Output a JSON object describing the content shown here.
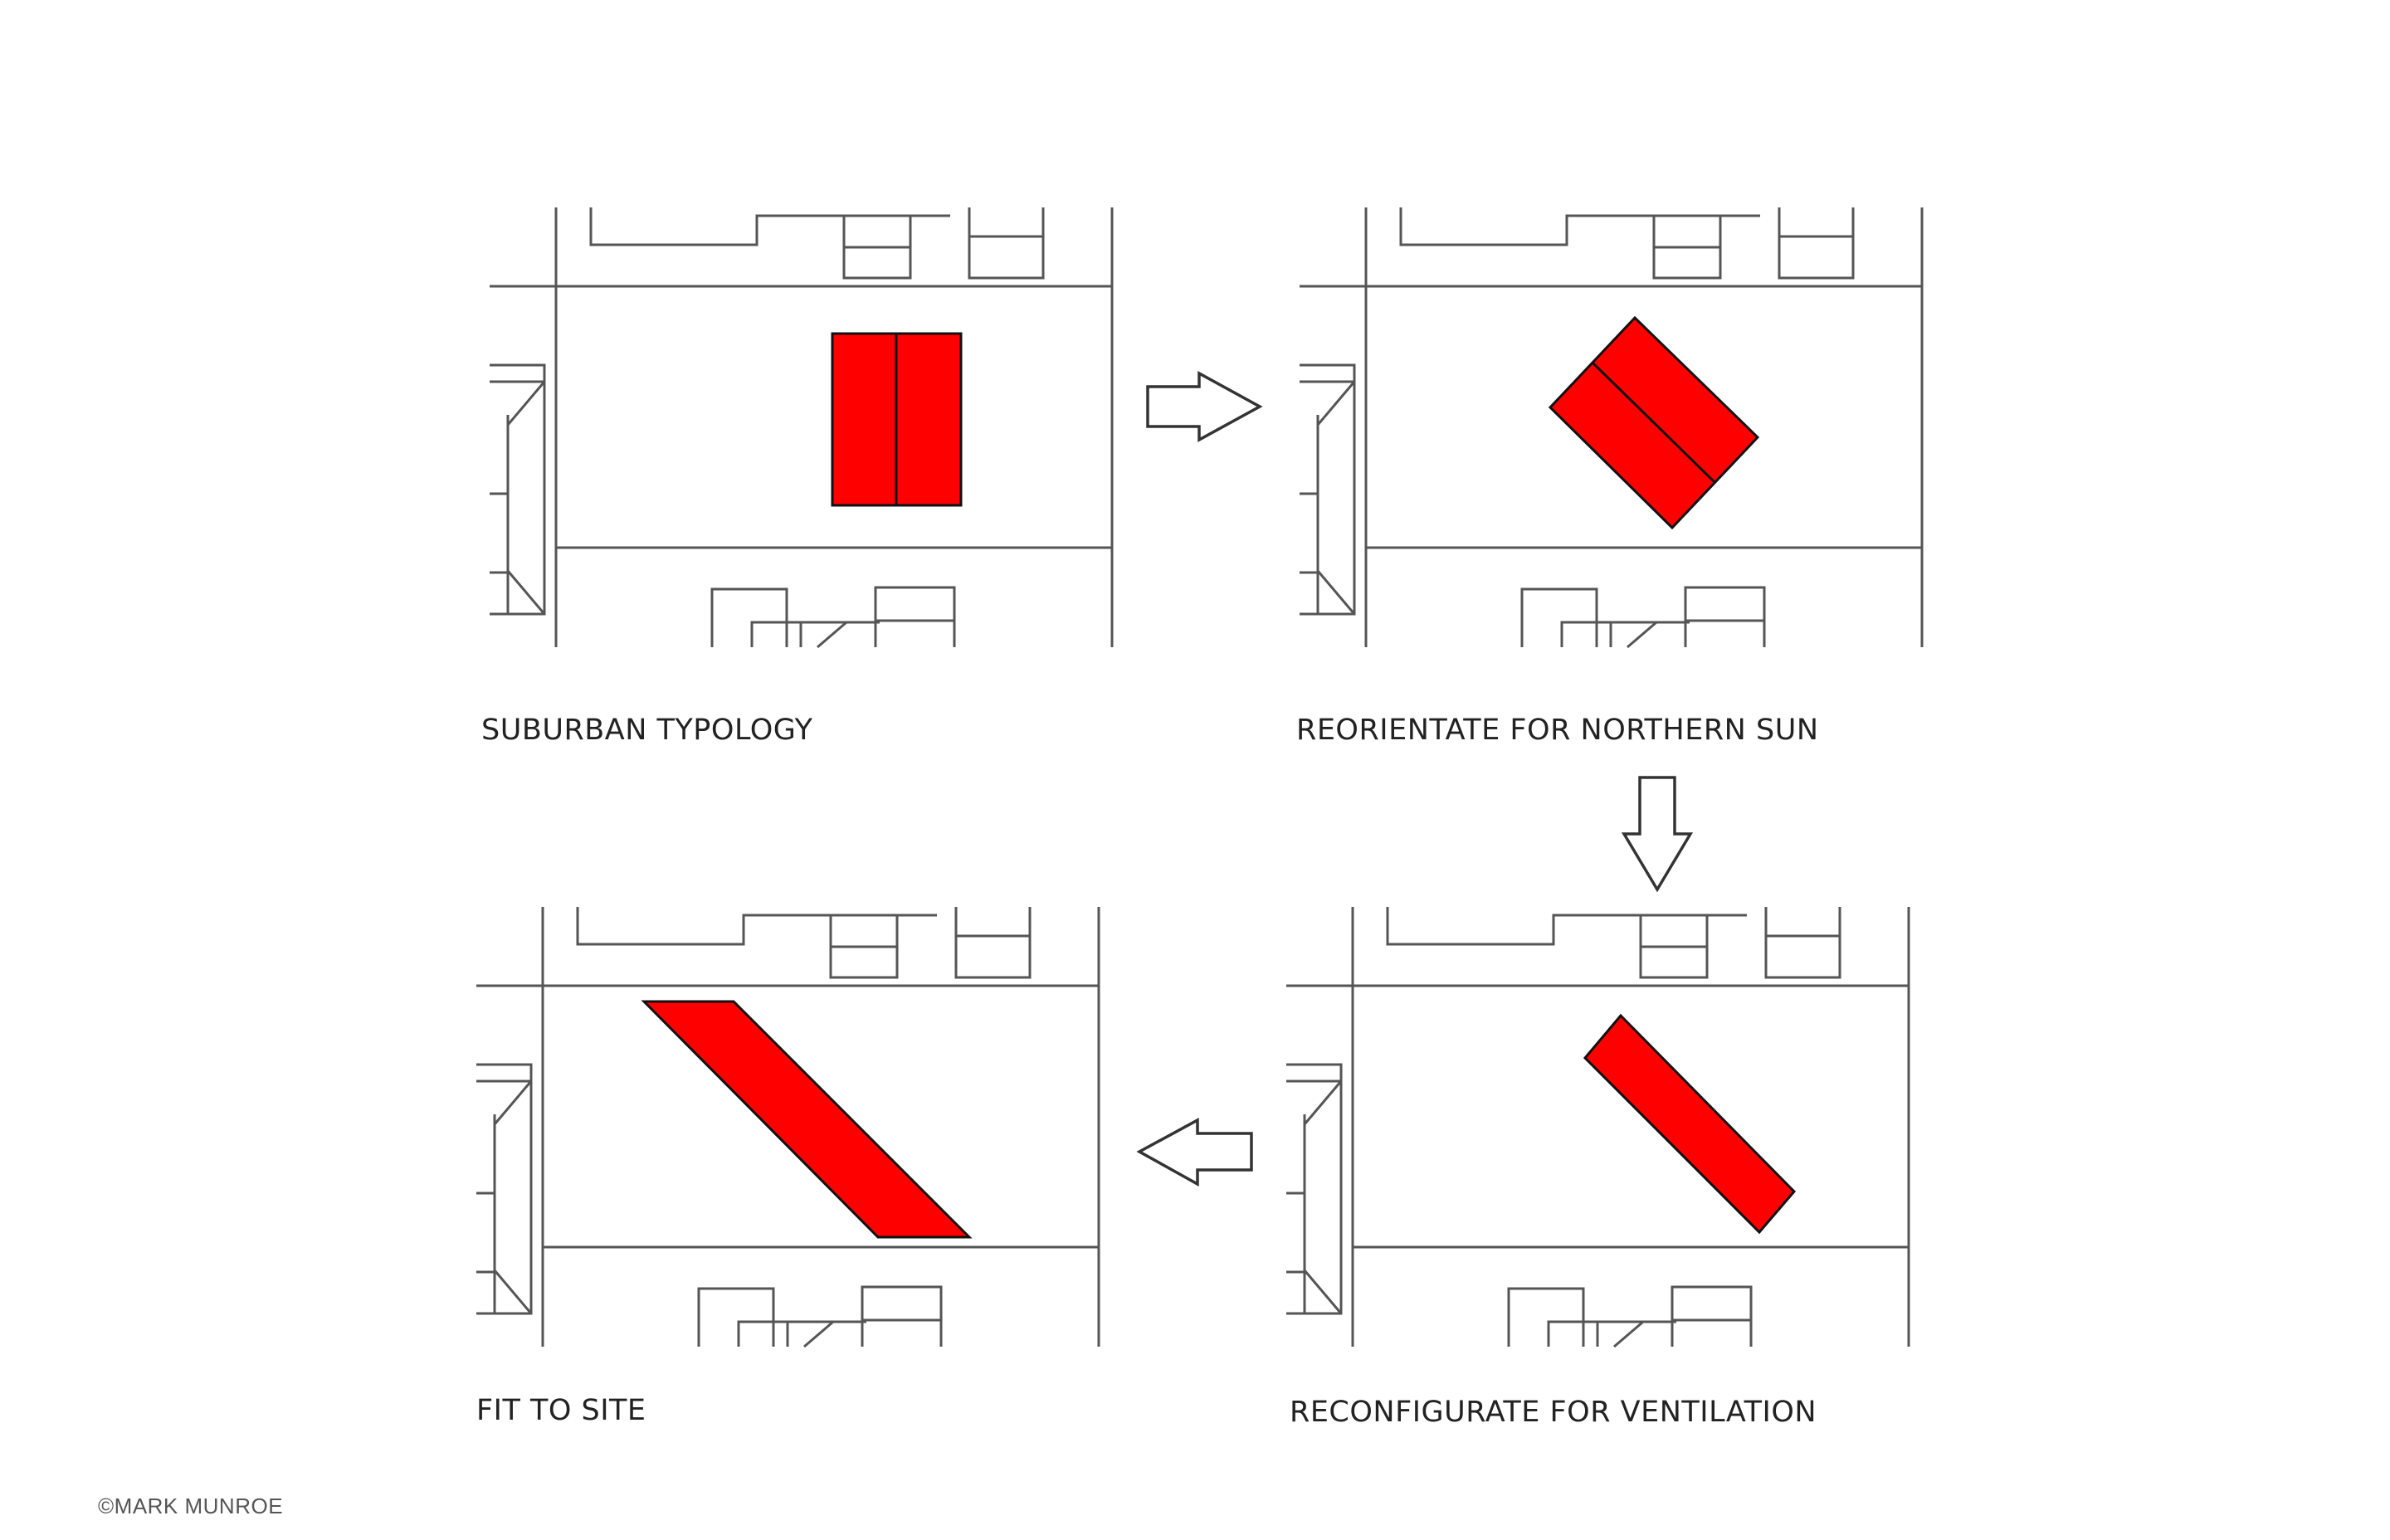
{
  "panels": [
    {
      "id": "suburban",
      "caption": "SUBURBAN TYPOLOGY"
    },
    {
      "id": "reorientate",
      "caption": "REORIENTATE FOR NORTHERN SUN"
    },
    {
      "id": "reconfigurate",
      "caption": "RECONFIGURATE FOR VENTILATION"
    },
    {
      "id": "fit",
      "caption": "FIT TO SITE"
    }
  ],
  "credit": "©MARK MUNROE",
  "colors": {
    "building": "#ff0000",
    "lines": "#555555",
    "arrow_outline": "#333333",
    "background": "#ffffff"
  },
  "arrows": [
    "arrow-right",
    "arrow-down",
    "arrow-left"
  ]
}
